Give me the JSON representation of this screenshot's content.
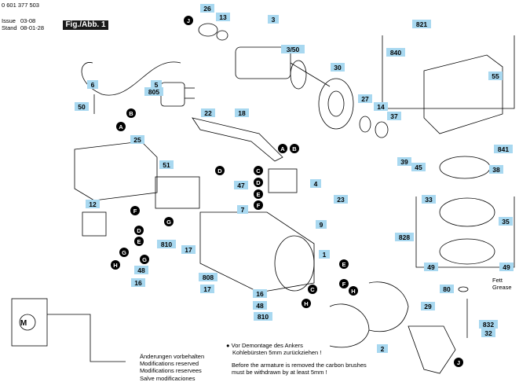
{
  "header": {
    "part_number": "0 601 377 503",
    "issue_label": "Issue",
    "issue_value": "03-08",
    "stand_label": "Stand",
    "stand_value": "08-01-28",
    "fig_label": "Fig./Abb. 1"
  },
  "notes": {
    "changes": [
      "Änderungen vorbehalten",
      "Modifications reserved",
      "Modifications reservees",
      "Salve modificaciones"
    ],
    "armature_de": [
      "● Vor Demontage des Ankers",
      "Kohlebürsten 5mm zurückziehen !"
    ],
    "armature_en": [
      "Before the armature is removed the carbon brushes",
      "must be withdrawn by at least 5mm !"
    ],
    "grease": [
      "Fett",
      "Grease"
    ]
  },
  "parts": [
    {
      "id": "p26",
      "label": "26"
    },
    {
      "id": "p13",
      "label": "13"
    },
    {
      "id": "p3",
      "label": "3"
    },
    {
      "id": "p350",
      "label": "3/50"
    },
    {
      "id": "p6",
      "label": "6"
    },
    {
      "id": "p5",
      "label": "5"
    },
    {
      "id": "p805",
      "label": "805"
    },
    {
      "id": "p50",
      "label": "50"
    },
    {
      "id": "p25",
      "label": "25"
    },
    {
      "id": "p22",
      "label": "22"
    },
    {
      "id": "p18",
      "label": "18"
    },
    {
      "id": "p30",
      "label": "30"
    },
    {
      "id": "p27",
      "label": "27"
    },
    {
      "id": "p14",
      "label": "14"
    },
    {
      "id": "p37",
      "label": "37"
    },
    {
      "id": "p39",
      "label": "39"
    },
    {
      "id": "p45",
      "label": "45"
    },
    {
      "id": "p51",
      "label": "51"
    },
    {
      "id": "p4",
      "label": "4"
    },
    {
      "id": "p47",
      "label": "47"
    },
    {
      "id": "p7",
      "label": "7"
    },
    {
      "id": "p23",
      "label": "23"
    },
    {
      "id": "p12",
      "label": "12"
    },
    {
      "id": "p9",
      "label": "9"
    },
    {
      "id": "p1",
      "label": "1"
    },
    {
      "id": "p810a",
      "label": "810"
    },
    {
      "id": "p17a",
      "label": "17"
    },
    {
      "id": "p48a",
      "label": "48"
    },
    {
      "id": "p16a",
      "label": "16"
    },
    {
      "id": "p808",
      "label": "808"
    },
    {
      "id": "p17b",
      "label": "17"
    },
    {
      "id": "p16b",
      "label": "16"
    },
    {
      "id": "p48b",
      "label": "48"
    },
    {
      "id": "p810b",
      "label": "810"
    },
    {
      "id": "p2",
      "label": "2"
    },
    {
      "id": "p29",
      "label": "29"
    },
    {
      "id": "p821",
      "label": "821"
    },
    {
      "id": "p840",
      "label": "840"
    },
    {
      "id": "p55",
      "label": "55"
    },
    {
      "id": "p841",
      "label": "841"
    },
    {
      "id": "p38",
      "label": "38"
    },
    {
      "id": "p33",
      "label": "33"
    },
    {
      "id": "p35",
      "label": "35"
    },
    {
      "id": "p828",
      "label": "828"
    },
    {
      "id": "p49a",
      "label": "49"
    },
    {
      "id": "p49b",
      "label": "49"
    },
    {
      "id": "p80",
      "label": "80"
    },
    {
      "id": "p832",
      "label": "832"
    },
    {
      "id": "p32",
      "label": "32"
    }
  ],
  "callouts": [
    {
      "id": "cJtop",
      "label": "J"
    },
    {
      "id": "cA1",
      "label": "A"
    },
    {
      "id": "cB1",
      "label": "B"
    },
    {
      "id": "cA2",
      "label": "A"
    },
    {
      "id": "cB2",
      "label": "B"
    },
    {
      "id": "cC1",
      "label": "C"
    },
    {
      "id": "cD1",
      "label": "D"
    },
    {
      "id": "cE1",
      "label": "E"
    },
    {
      "id": "cF1",
      "label": "F"
    },
    {
      "id": "cD2",
      "label": "D"
    },
    {
      "id": "cF2",
      "label": "F"
    },
    {
      "id": "cD3",
      "label": "D"
    },
    {
      "id": "cE2",
      "label": "E"
    },
    {
      "id": "cG1",
      "label": "G"
    },
    {
      "id": "cH1",
      "label": "H"
    },
    {
      "id": "cG2",
      "label": "G"
    },
    {
      "id": "cG3",
      "label": "G"
    },
    {
      "id": "cH2",
      "label": "H"
    },
    {
      "id": "cC2",
      "label": "C"
    },
    {
      "id": "cF3",
      "label": "F"
    },
    {
      "id": "cE3",
      "label": "E"
    },
    {
      "id": "cH3",
      "label": "H"
    },
    {
      "id": "cJbot",
      "label": "J"
    }
  ],
  "colors": {
    "label_box": "#a8d8f0",
    "callout": "#000000",
    "line": "#000000"
  }
}
